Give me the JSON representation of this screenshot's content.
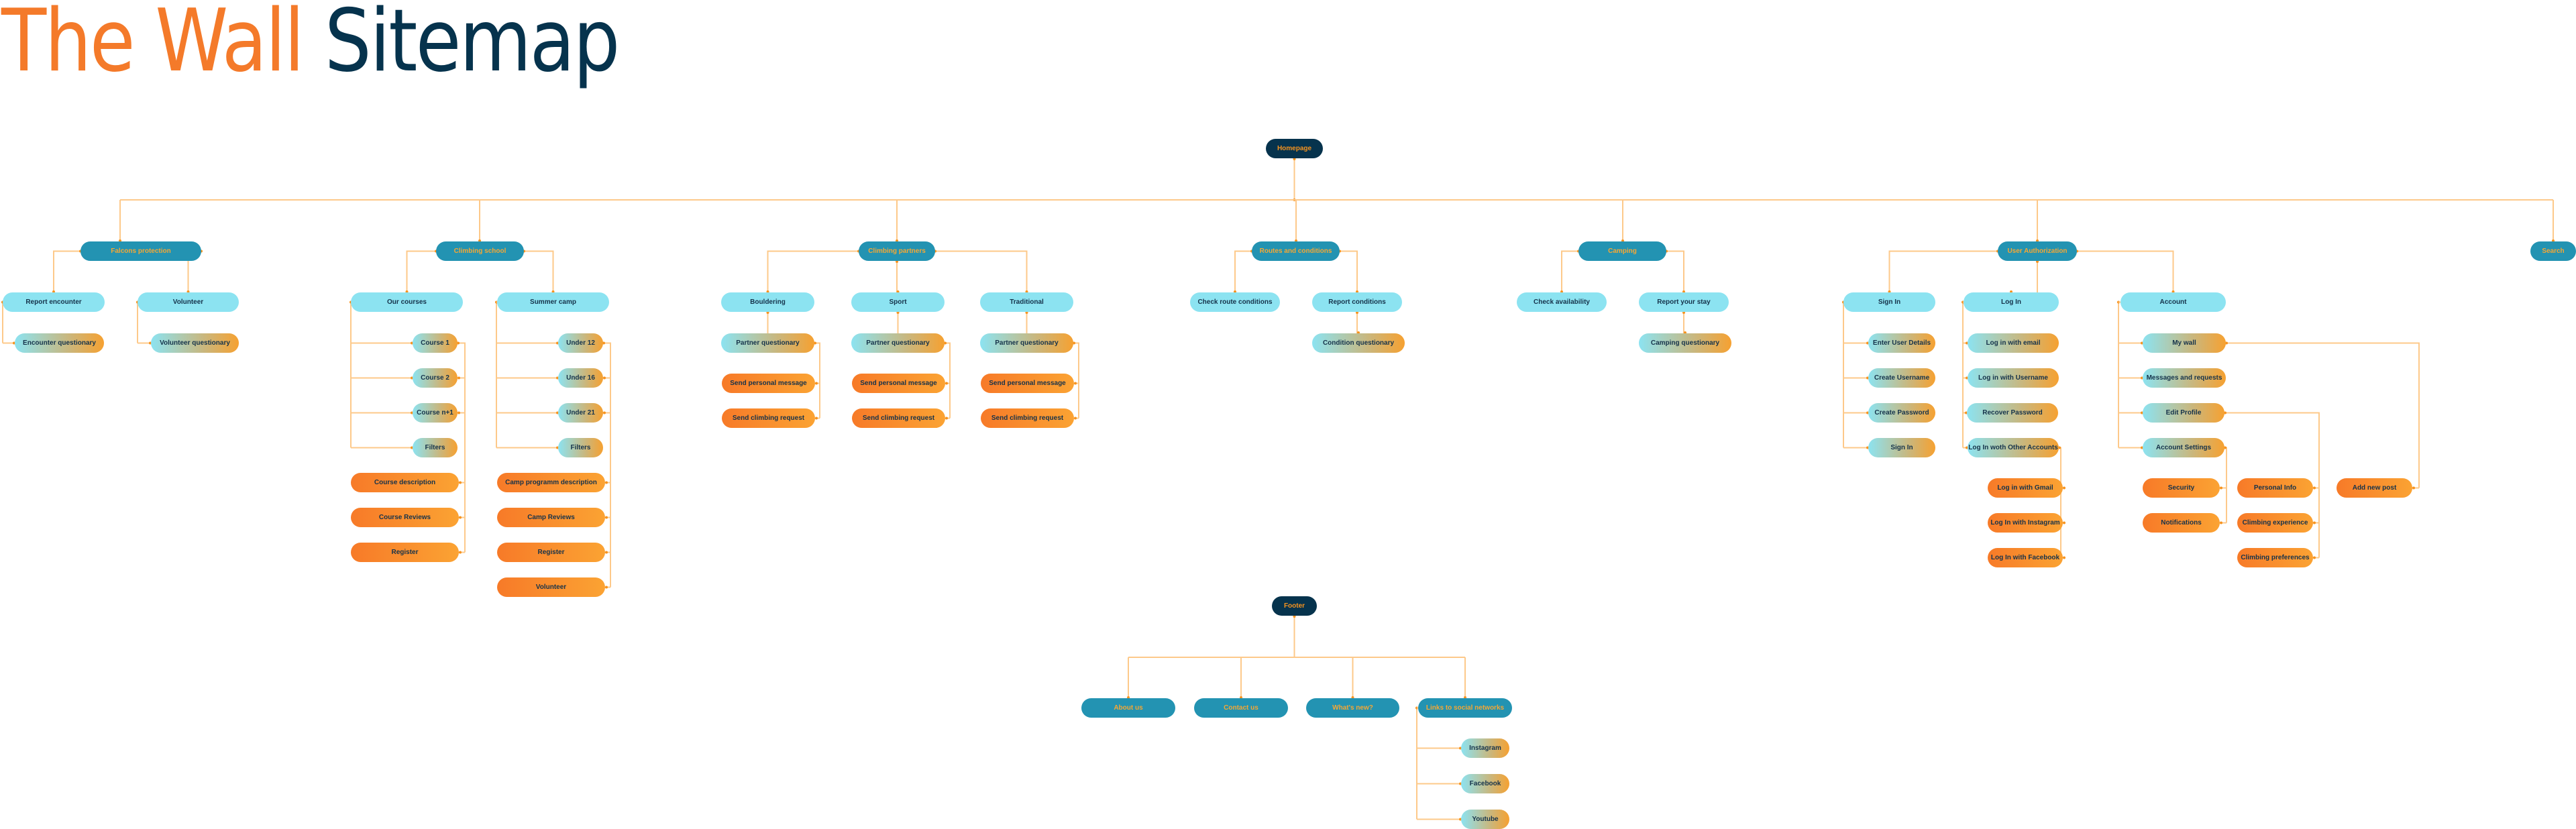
{
  "title": {
    "part1": "The Wall",
    "part2": "Sitemap"
  },
  "colors": {
    "accent_orange": "#f47a2a",
    "dark_navy": "#06334d",
    "teal": "#2393b2",
    "light_cyan": "#8ce3f1",
    "connector": "#fdc98a"
  },
  "nodes": {
    "homepage": "Homepage",
    "falcons": "Falcons protection",
    "report_encounter": "Report encounter",
    "encounter_q": "Encounter questionary",
    "volunteer": "Volunteer",
    "volunteer_q": "Volunteer questionary",
    "school": "Climbing school",
    "our_courses": "Our courses",
    "course1": "Course 1",
    "course2": "Course  2",
    "coursen": "Course n+1",
    "filters1": "Filters",
    "course_desc": "Course description",
    "course_reviews": "Course Reviews",
    "register1": "Register",
    "summer_camp": "Summer camp",
    "under12": "Under 12",
    "under16": "Under 16",
    "under21": "Under 21",
    "filters2": "Filters",
    "camp_desc": "Camp programm description",
    "camp_reviews": "Camp Reviews",
    "register2": "Register",
    "volunteer2": "Volunteer",
    "partners": "Climbing partners",
    "bouldering": "Bouldering",
    "sport": "Sport",
    "traditional": "Traditional",
    "pq1": "Partner questionary",
    "pq2": "Partner questionary",
    "pq3": "Partner questionary",
    "spm1": "Send personal message",
    "spm2": "Send personal message",
    "spm3": "Send personal message",
    "scr1": "Send climbing request",
    "scr2": "Send climbing request",
    "scr3": "Send climbing request",
    "routes": "Routes and conditions",
    "check_route": "Check route conditions",
    "report_cond": "Report conditions",
    "cond_q": "Condition questionary",
    "camping": "Camping",
    "check_avail": "Check availability",
    "report_stay": "Report your stay",
    "camping_q": "Camping questionary",
    "auth": "User Authorization",
    "signin": "Sign In",
    "enter_details": "Enter User Details",
    "create_user": "Create Username",
    "create_pass": "Create Password",
    "signin2": "Sign In",
    "login": "Log In",
    "login_email": "Log in with email",
    "login_user": "Log in with Username",
    "recover": "Recover Password",
    "login_other": "Log In woth Other Accounts",
    "login_gmail": "Log in with Gmail",
    "login_insta": "Log In with Instagram",
    "login_fb": "Log In with Facebook",
    "account": "Account",
    "mywall": "My wall",
    "messages": "Messages and requests",
    "edit_profile": "Edit Profile",
    "acc_settings": "Account Settings",
    "security": "Security",
    "notifications": "Notifications",
    "personal_info": "Personal Info",
    "climb_exp": "Climbing experience",
    "climb_pref": "Climbing preferences",
    "add_post": "Add new post",
    "search": "Search",
    "footer": "Footer",
    "about": "About us",
    "contact": "Contact us",
    "whatsnew": "What's new?",
    "social": "Links to social networks",
    "instagram": "Instagram",
    "facebook": "Facebook",
    "youtube": "Youtube"
  }
}
